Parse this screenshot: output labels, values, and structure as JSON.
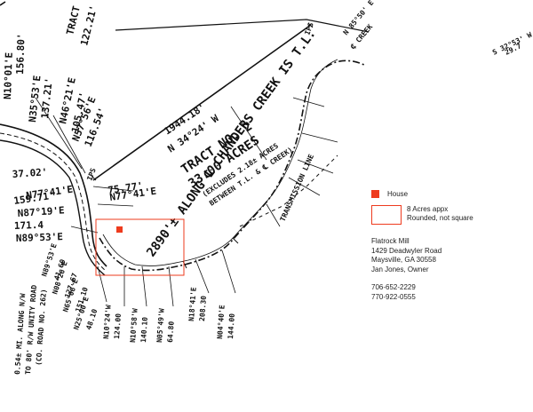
{
  "map": {
    "tract_name": "TRACT NO. 2",
    "tract_acres": "33.00 ACRES",
    "excludes_line1": "(EXCLUDES 2.18± ACRES",
    "excludes_line2": "BETWEEN T.L. & ℄ CREEK)",
    "creek_label": "2890'± ALONG ℄ CHANDERS CREEK IS T.L.",
    "transmission_line": "TRANSMISSION LINE",
    "road_label_1": "0.54± MI. ALONG N/W",
    "road_label_2": "TO 80' R/W UNITY ROAD",
    "road_label_3": "(CO. ROAD NO. 262)",
    "ips_label": "IPS",
    "calls": [
      "1944.18'",
      "N 34°24' W",
      "N57°56'E",
      "116.54'",
      "N46°21'E",
      "105.47'",
      "N35°53'E",
      "137.21'",
      "N10°01'E",
      "156.80'",
      "N77°41'E",
      "75.77'",
      "N77°41'E",
      "159.71'",
      "N87°19'E",
      "37.02'",
      "N89°53'E",
      "171.4",
      "N89°53'E",
      "41.60",
      "N08°26'E",
      "127.67",
      "N65°06'E",
      "151.10",
      "N25°00'E",
      "48.10",
      "N10°24'W",
      "124.00",
      "N10°58'W",
      "140.10",
      "N05°49'W",
      "64.80",
      "N18°41'E",
      "208.30",
      "N04°40'E",
      "144.00",
      "TRACT",
      "122.21'",
      "S 32°53' W",
      "29.7",
      "N 85°50' E",
      "₵ CREEK"
    ]
  },
  "legend": {
    "house_label": "House",
    "acres_line1": "8 Acres appx",
    "acres_line2": "Rounded, not square"
  },
  "owner": {
    "name": "Flatrock Mill",
    "street": "1429 Deadwyler Road",
    "city": "Maysville, GA 30558",
    "owner_line": "Jan Jones, Owner",
    "phone1": "706-652-2229",
    "phone2": "770-922-0555"
  },
  "colors": {
    "marker": "#ee3b1e",
    "ink": "#111111"
  }
}
